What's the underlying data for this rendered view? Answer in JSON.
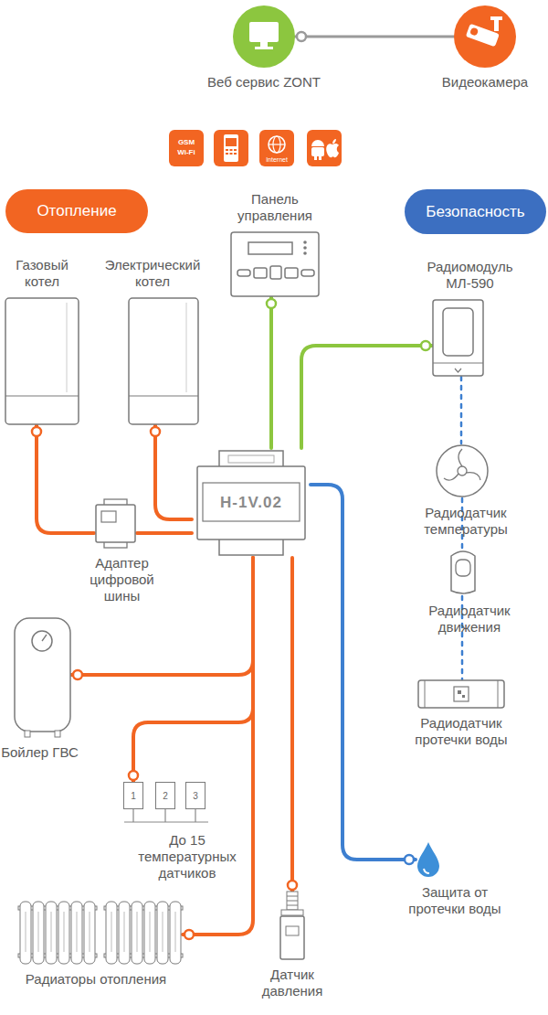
{
  "diagram": {
    "nodes": [
      {
        "text": [
          "Веб сервис ZONT"
        ]
      },
      {
        "text": [
          "Видеокамера"
        ]
      },
      {
        "text": [
          "GSM Wi-Fi"
        ]
      },
      {
        "text": [
          "Internet"
        ]
      },
      {
        "text": [
          "Отопление"
        ]
      },
      {
        "text": [
          "Панель управления"
        ]
      },
      {
        "text": [
          "Безопасность"
        ]
      },
      {
        "text": [
          "Радиомодуль МЛ-590"
        ]
      },
      {
        "text": [
          "Газовый котел"
        ]
      },
      {
        "text": [
          "Электрический котел"
        ]
      },
      {
        "text": [
          "H-1V.02"
        ]
      },
      {
        "text": [
          "Адаптер цифровой шины"
        ]
      },
      {
        "text": [
          "Радиодатчик температуры"
        ]
      },
      {
        "text": [
          "Радиодатчик движения"
        ]
      },
      {
        "text": [
          "Радиодатчик протечки воды"
        ]
      },
      {
        "text": [
          "Бойлер ГВС"
        ]
      },
      {
        "text": [
          "1"
        ]
      },
      {
        "text": [
          "2"
        ]
      },
      {
        "text": [
          "3"
        ]
      },
      {
        "text": [
          "Защита от протечки воды"
        ]
      },
      {
        "text": [
          "Радиаторы отопления"
        ]
      },
      {
        "text": [
          "Датчик давления"
        ]
      }
    ],
    "edges": [
      {
        "from": 0,
        "to": 1,
        "arrow": "none"
      },
      {
        "from": 8,
        "to": 11,
        "arrow": "none"
      },
      {
        "from": 11,
        "to": 10,
        "arrow": "none"
      },
      {
        "from": 9,
        "to": 10,
        "arrow": "none"
      },
      {
        "from": 10,
        "to": 5,
        "arrow": "none"
      },
      {
        "from": 10,
        "to": 7,
        "arrow": "none"
      },
      {
        "from": 7,
        "to": 12,
        "arrow": "none"
      },
      {
        "from": 12,
        "to": 13,
        "arrow": "none"
      },
      {
        "from": 13,
        "to": 14,
        "arrow": "none"
      },
      {
        "from": 10,
        "to": 15,
        "arrow": "none"
      },
      {
        "from": 10,
        "to": 16,
        "arrow": "none"
      },
      {
        "from": 10,
        "to": 20,
        "arrow": "none"
      },
      {
        "from": 10,
        "to": 21,
        "arrow": "none"
      },
      {
        "from": 10,
        "to": 19,
        "arrow": "none"
      }
    ],
    "labels": [
      "До 15 температурных датчиков"
    ]
  }
}
